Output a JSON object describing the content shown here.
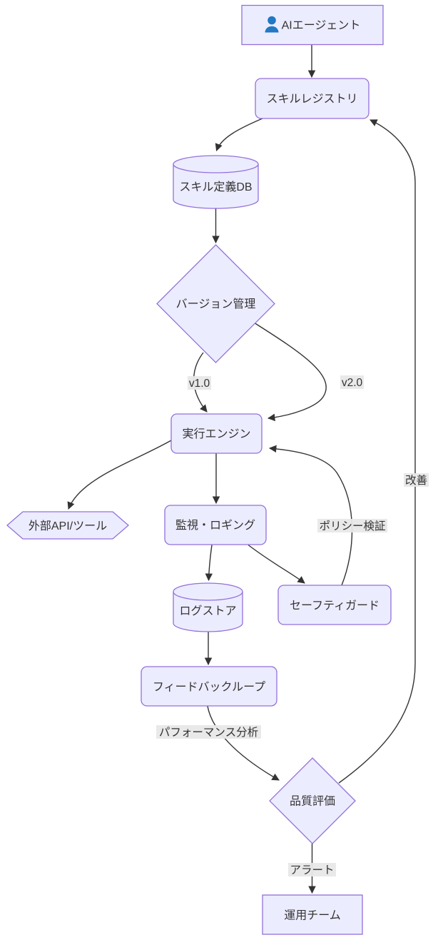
{
  "colors": {
    "node_fill": "#ECECFF",
    "node_border": "#9370DB",
    "edge_line": "#333333",
    "edge_label_bg": "#e8e8e8",
    "text": "#333333",
    "user_icon_blue": "#2278c2"
  },
  "nodes": {
    "ai_agent": {
      "label": "AIエージェント",
      "icon": "user-icon",
      "shape": "rect"
    },
    "skill_registry": {
      "label": "スキルレジストリ",
      "shape": "rounded"
    },
    "skill_db": {
      "label": "スキル定義DB",
      "shape": "cylinder"
    },
    "version_mgmt": {
      "label": "バージョン管理",
      "shape": "diamond"
    },
    "exec_engine": {
      "label": "実行エンジン",
      "shape": "rounded"
    },
    "external_api": {
      "label": "外部API/ツール",
      "shape": "hexagon"
    },
    "monitoring": {
      "label": "監視・ロギング",
      "shape": "rounded"
    },
    "safety_guard": {
      "label": "セーフティガード",
      "shape": "rounded"
    },
    "log_store": {
      "label": "ログストア",
      "shape": "cylinder"
    },
    "feedback_loop": {
      "label": "フィードバックループ",
      "shape": "rounded"
    },
    "quality_eval": {
      "label": "品質評価",
      "shape": "diamond"
    },
    "ops_team": {
      "label": "運用チーム",
      "shape": "rect"
    }
  },
  "edges": [
    {
      "from": "ai_agent",
      "to": "skill_registry",
      "label": ""
    },
    {
      "from": "skill_registry",
      "to": "skill_db",
      "label": ""
    },
    {
      "from": "skill_db",
      "to": "version_mgmt",
      "label": ""
    },
    {
      "from": "version_mgmt",
      "to": "exec_engine",
      "label": "v1.0"
    },
    {
      "from": "version_mgmt",
      "to": "exec_engine",
      "label": "v2.0"
    },
    {
      "from": "exec_engine",
      "to": "external_api",
      "label": ""
    },
    {
      "from": "exec_engine",
      "to": "monitoring",
      "label": ""
    },
    {
      "from": "monitoring",
      "to": "log_store",
      "label": ""
    },
    {
      "from": "monitoring",
      "to": "safety_guard",
      "label": ""
    },
    {
      "from": "safety_guard",
      "to": "exec_engine",
      "label": "ポリシー検証"
    },
    {
      "from": "log_store",
      "to": "feedback_loop",
      "label": ""
    },
    {
      "from": "feedback_loop",
      "to": "quality_eval",
      "label": "パフォーマンス分析"
    },
    {
      "from": "quality_eval",
      "to": "skill_registry",
      "label": "改善"
    },
    {
      "from": "quality_eval",
      "to": "ops_team",
      "label": "アラート"
    }
  ]
}
